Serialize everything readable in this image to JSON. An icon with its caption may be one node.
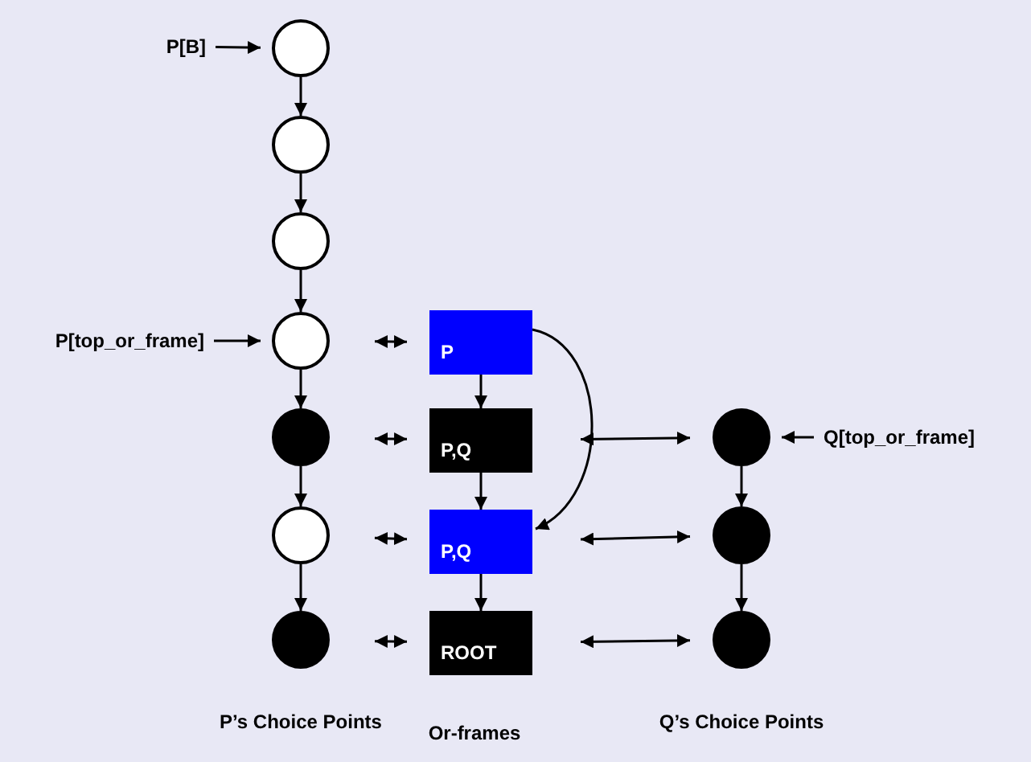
{
  "diagram": {
    "nodes": [
      {
        "text": [
          "P[B]"
        ]
      },
      {
        "text": [],
        "shape": "circle"
      },
      {
        "text": [],
        "shape": "circle"
      },
      {
        "text": [],
        "shape": "circle"
      },
      {
        "text": [],
        "shape": "circle"
      },
      {
        "text": [],
        "shape": "circle"
      },
      {
        "text": [],
        "shape": "circle"
      },
      {
        "text": [],
        "shape": "circle"
      },
      {
        "text": [
          "P[top_or_frame]"
        ]
      },
      {
        "text": [
          "P"
        ]
      },
      {
        "text": [
          "P,Q"
        ]
      },
      {
        "text": [
          "P,Q"
        ]
      },
      {
        "text": [
          "ROOT"
        ]
      },
      {
        "text": [
          "Q[top_or_frame]"
        ]
      },
      {
        "text": [],
        "shape": "circle"
      },
      {
        "text": [],
        "shape": "circle"
      },
      {
        "text": [],
        "shape": "circle"
      }
    ],
    "edges": [
      {
        "from": 0,
        "to": 1,
        "arrow": "to"
      },
      {
        "from": 1,
        "to": 2,
        "arrow": "to"
      },
      {
        "from": 2,
        "to": 3,
        "arrow": "to"
      },
      {
        "from": 3,
        "to": 4,
        "arrow": "to"
      },
      {
        "from": 4,
        "to": 5,
        "arrow": "to"
      },
      {
        "from": 5,
        "to": 6,
        "arrow": "to"
      },
      {
        "from": 6,
        "to": 7,
        "arrow": "to"
      },
      {
        "from": 8,
        "to": 4,
        "arrow": "to"
      },
      {
        "from": 4,
        "to": 9,
        "arrow": "both"
      },
      {
        "from": 5,
        "to": 10,
        "arrow": "both"
      },
      {
        "from": 6,
        "to": 11,
        "arrow": "both"
      },
      {
        "from": 7,
        "to": 12,
        "arrow": "both"
      },
      {
        "from": 9,
        "to": 10,
        "arrow": "to"
      },
      {
        "from": 10,
        "to": 11,
        "arrow": "to"
      },
      {
        "from": 11,
        "to": 12,
        "arrow": "to"
      },
      {
        "from": 9,
        "to": 11,
        "arrow": "to"
      },
      {
        "from": 13,
        "to": 14,
        "arrow": "to"
      },
      {
        "from": 10,
        "to": 14,
        "arrow": "both"
      },
      {
        "from": 11,
        "to": 15,
        "arrow": "both"
      },
      {
        "from": 12,
        "to": 16,
        "arrow": "both"
      },
      {
        "from": 14,
        "to": 15,
        "arrow": "to"
      },
      {
        "from": 15,
        "to": 16,
        "arrow": "to"
      }
    ],
    "labels": [
      "P’s Choice Points",
      "Or-frames",
      "Q’s Choice Points"
    ]
  }
}
